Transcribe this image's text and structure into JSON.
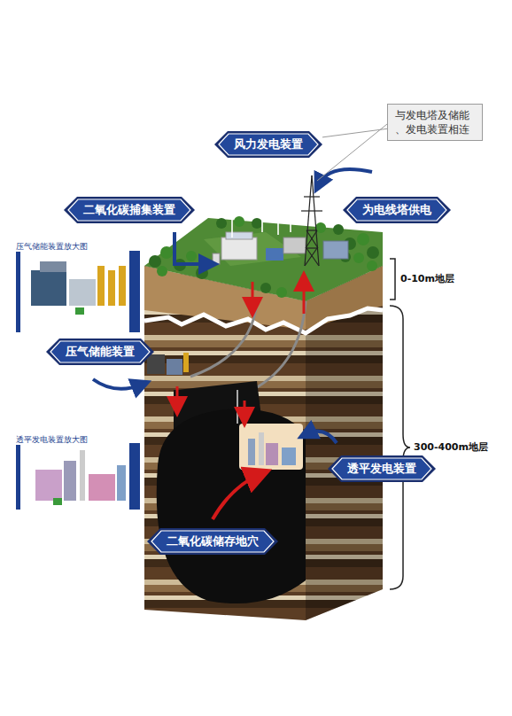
{
  "diagram": {
    "nodes": [
      {
        "text": [
          "与发电塔及储能 、发电装置相连"
        ]
      },
      {
        "text": [
          "风力发电装置"
        ]
      },
      {
        "text": [
          "二氧化碳捕集装置"
        ]
      },
      {
        "text": [
          "为电线塔供电"
        ]
      },
      {
        "text": [
          "压气储能装置放大图"
        ]
      },
      {
        "text": [
          "压气储能装置"
        ]
      },
      {
        "text": [
          "透平发电装置放大图"
        ]
      },
      {
        "text": [
          "透平发电装置"
        ]
      },
      {
        "text": [
          "二氧化碳储存地穴"
        ]
      }
    ],
    "edges": [
      {
        "from": 0,
        "to": 1,
        "arrow": "none"
      }
    ],
    "labels": [
      "0-10m地层",
      "300-400m地层"
    ]
  }
}
